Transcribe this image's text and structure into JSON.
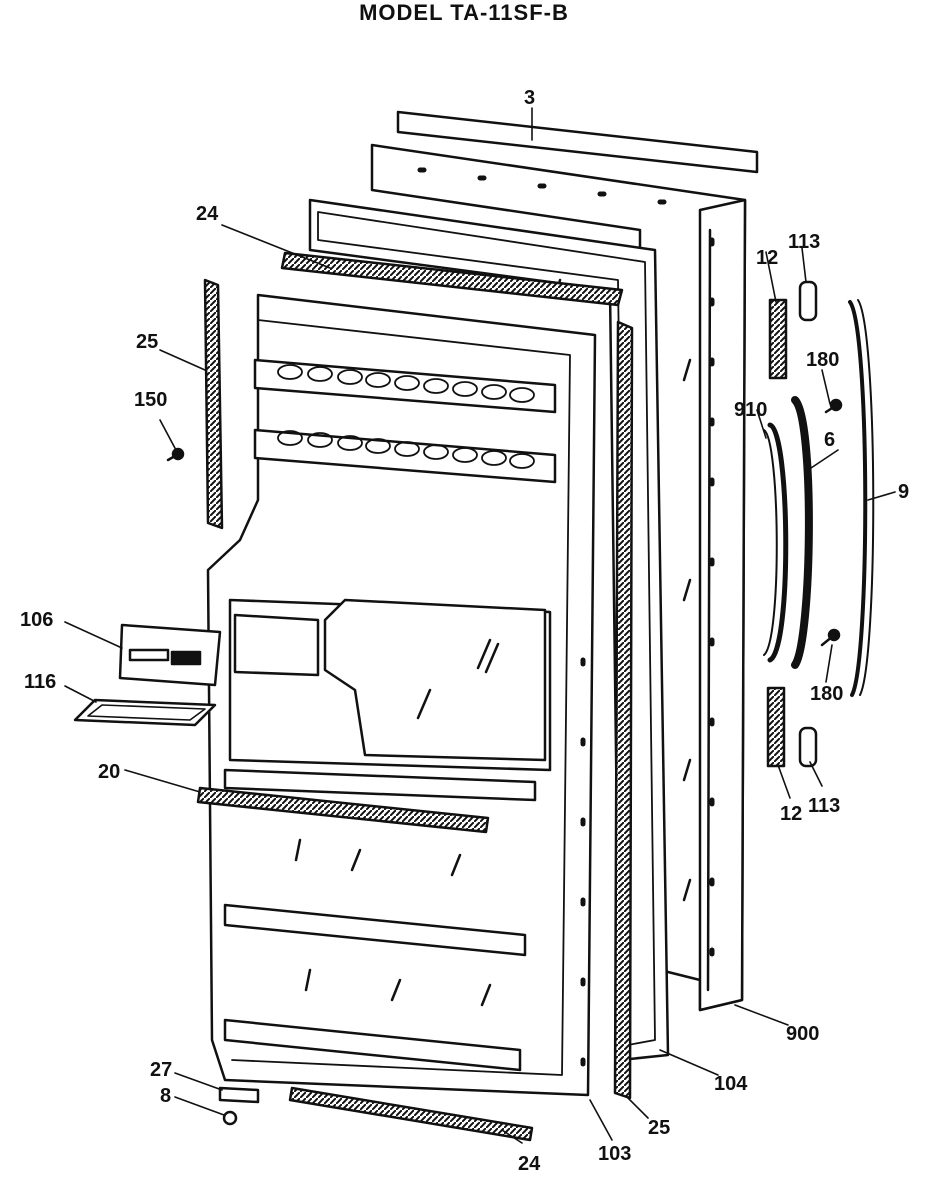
{
  "title": "MODEL TA-11SF-B",
  "callouts": [
    "3",
    "24",
    "25",
    "150",
    "106",
    "116",
    "20",
    "27",
    "8",
    "24",
    "103",
    "25",
    "104",
    "900",
    "12",
    "113",
    "180",
    "910",
    "6",
    "9",
    "180",
    "12",
    "113"
  ]
}
